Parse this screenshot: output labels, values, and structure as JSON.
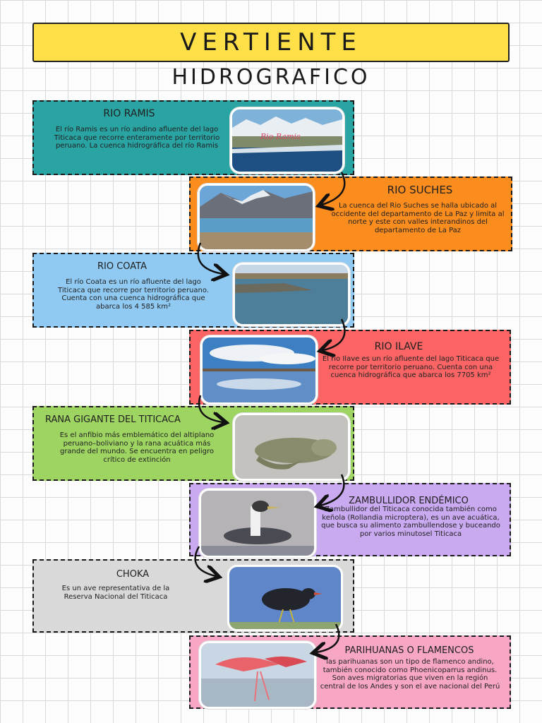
{
  "title": "VERTIENTE",
  "subtitle": "HIDROGRAFICO",
  "cards": [
    {
      "title": "RIO RAMIS",
      "text": "El río Ramis es un río andino afluente del lago Titicaca que recorre enteramente por territorio peruano. La cuenca hidrográfica del río Ramis",
      "color": "#2aa3a3",
      "photo_caption": "Rio Ramis"
    },
    {
      "title": "RIO SUCHES",
      "text": "La cuenca del Rio Suches se halla ubicado al occidente del departamento de La Paz y limita al norte y este con valles interandinos del departamento de La Paz",
      "color": "#fb8c1e"
    },
    {
      "title": "RIO COATA",
      "text": "El río Coata es un río afluente del lago Titicaca que recorre por territorio peruano. Cuenta con una cuenca hidrográfica que abarca los 4 585 km²",
      "color": "#90caf2"
    },
    {
      "title": "RIO ILAVE",
      "text": "El río Ilave es un río afluente del lago Titicaca que recorre por territorio peruano. Cuenta con una cuenca hidrográfica que abarca los 7705 km²",
      "color": "#fb6464"
    },
    {
      "title": "RANA GIGANTE DEL TITICACA",
      "text": "Es el anfibio más emblemático del altiplano peruano–boliviano y la rana acuática más grande del mundo. Se encuentra en peligro crítico de extinción",
      "color": "#9ed462"
    },
    {
      "title": "ZAMBULLIDOR ENDÉMICO",
      "text": "Zambullidor del Titicaca conocida también como keñola (Rollandia microptera), es un ave acuática, que busca su alimento zambullendose y buceando por varios minutosel Titicaca",
      "color": "#c9a9ef"
    },
    {
      "title": "CHOKA",
      "text": "Es un ave representativa de la Reserva Nacional del Titicaca",
      "color": "#d9d9d9"
    },
    {
      "title": "PARIHUANAS O FLAMENCOS",
      "text": "las parihuanas son un tipo de flamenco andino, también conocido como Phoenicoparrus andinus. Son aves migratorias que viven en la región central de los Andes y son el ave nacional del Perú",
      "color": "#f7a6c6"
    }
  ]
}
